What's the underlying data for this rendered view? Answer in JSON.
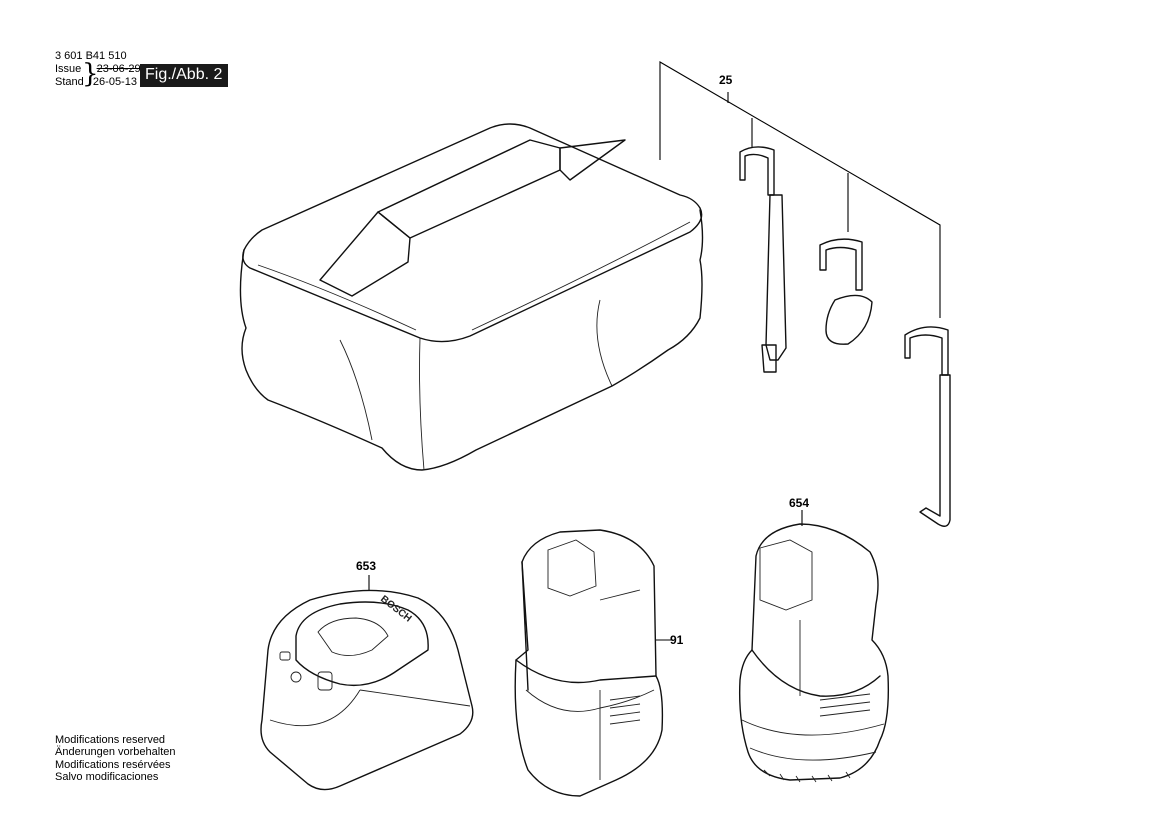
{
  "header": {
    "doc_number": "3 601 B41 510",
    "issue_label": "Issue",
    "issue_date": "23-06-29",
    "stand_label": "Stand",
    "stand_date": "26-05-13",
    "figure_label": "Fig./Abb. 2"
  },
  "parts": {
    "p25": "25",
    "p653": "653",
    "p91": "91",
    "p654": "654"
  },
  "notes": [
    "Modifications reserved",
    "Änderungen vorbehalten",
    "Modifications resérvées",
    "Salvo modificaciones"
  ],
  "charger_brand": "BOSCH"
}
